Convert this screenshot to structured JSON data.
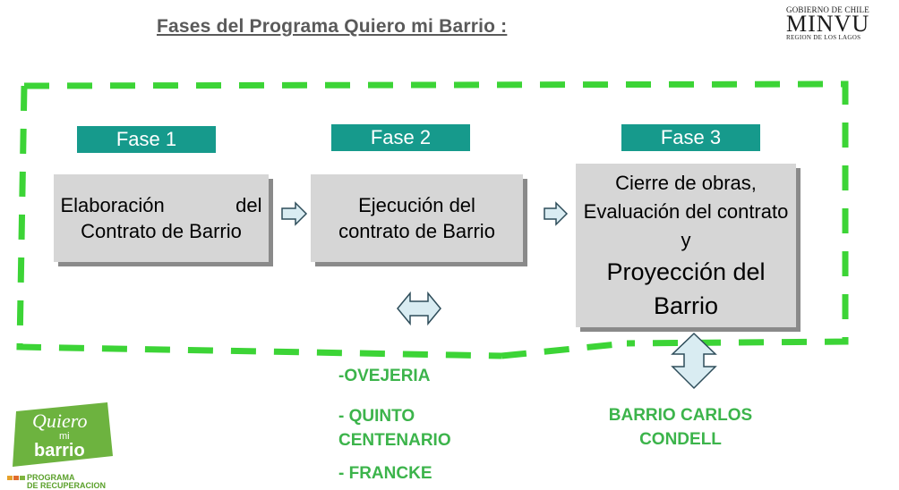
{
  "header": {
    "title": "Fases del Programa Quiero mi Barrio :",
    "minvu_gob": "GOBIERNO DE CHILE",
    "minvu_name": "MINVU",
    "minvu_region": "REGION DE LOS LAGOS"
  },
  "phases": [
    {
      "label": "Fase 1",
      "box_text": "Elaboración del Contrato de Barrio"
    },
    {
      "label": "Fase 2",
      "box_text": "Ejecución del contrato de Barrio"
    },
    {
      "label": "Fase 3",
      "box_text_1": "Cierre de obras, Evaluación del contrato y",
      "box_text_2": "Proyección del Barrio"
    }
  ],
  "neighborhoods_phase2": [
    "-OVEJERIA",
    "- QUINTO CENTENARIO",
    "- FRANCKE"
  ],
  "neighborhood_phase3": "BARRIO CARLOS CONDELL",
  "logo": {
    "line1": "Quiero",
    "line2": "mi",
    "line3": "barrio",
    "caption1": "PROGRAMA",
    "caption2": "DE RECUPERACION"
  },
  "colors": {
    "fase_bg": "#169a8c",
    "frame_dash": "#3cd436",
    "green_text": "#3cb44b",
    "arrow_fill": "#d9ecf2",
    "arrow_stroke": "#2e4d5a"
  }
}
